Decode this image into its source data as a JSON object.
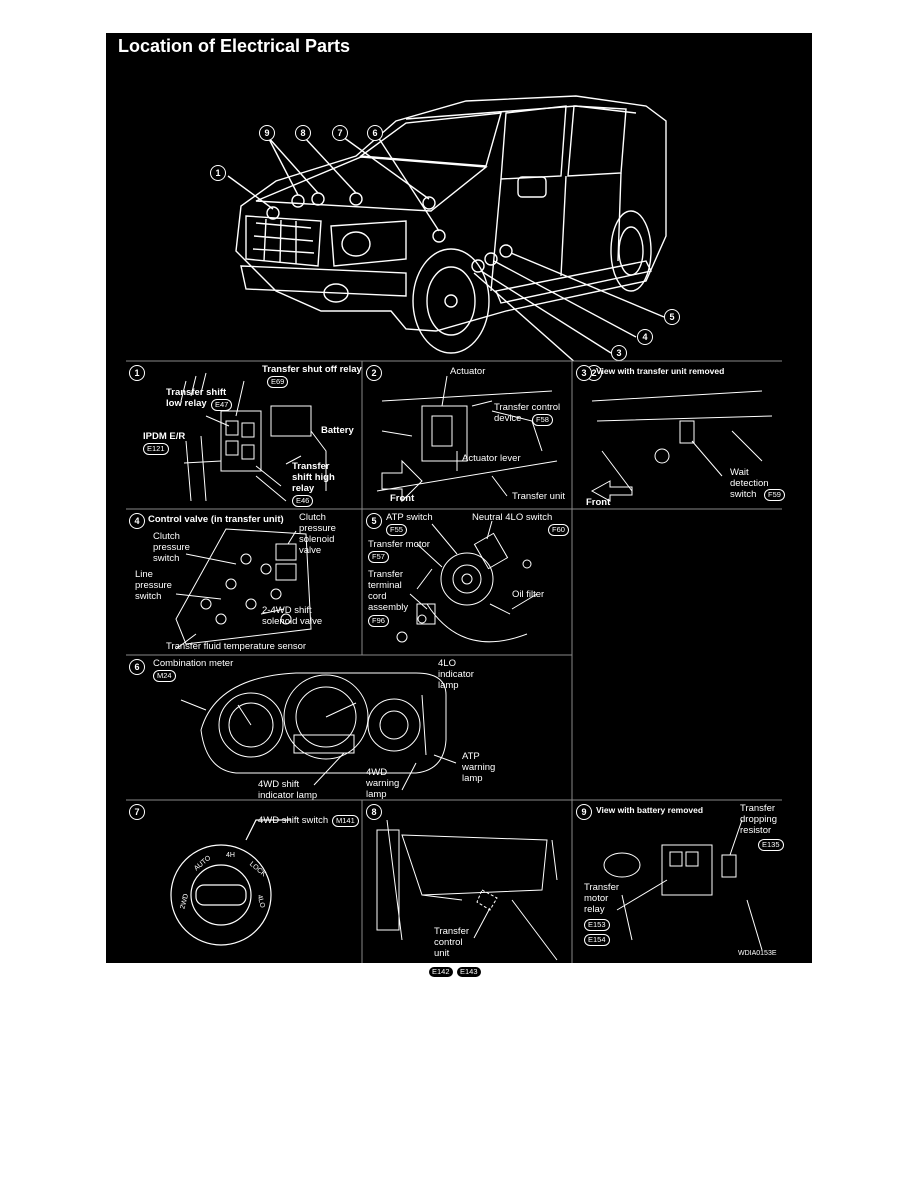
{
  "title": "Location of Electrical Parts",
  "overview": {
    "callouts": [
      "9",
      "8",
      "7",
      "6",
      "1",
      "5",
      "4",
      "3",
      "2"
    ]
  },
  "panel1": {
    "num": "1",
    "transfer_shut_off_relay": "Transfer shut off relay",
    "e69": "E69",
    "transfer_shift_low_relay": "Transfer shift\nlow relay",
    "e47": "E47",
    "ipdm": "IPDM E/R",
    "e121": "E121",
    "battery": "Battery",
    "transfer_shift_high_relay": "Transfer\nshift high\nrelay",
    "e46": "E46"
  },
  "panel2": {
    "num": "2",
    "actuator": "Actuator",
    "transfer_control_device": "Transfer control\ndevice",
    "f58": "F58",
    "actuator_lever": "Actuator lever",
    "front": "Front",
    "transfer_unit": "Transfer unit"
  },
  "panel3": {
    "num": "3",
    "heading": "View with transfer unit removed",
    "wait_detection_switch": "Wait\ndetection\nswitch",
    "f59": "F59",
    "front": "Front"
  },
  "panel4": {
    "num": "4",
    "heading": "Control valve (in transfer unit)",
    "clutch_pressure_solenoid_valve": "Clutch\npressure\nsolenoid\nvalve",
    "clutch_pressure_switch": "Clutch\npressure\nswitch",
    "line_pressure_switch": "Line\npressure\nswitch",
    "shift_solenoid": "2-4WD shift\nsolenoid valve",
    "fluid_temp_sensor": "Transfer fluid temperature sensor"
  },
  "panel5": {
    "num": "5",
    "atp_switch": "ATP switch",
    "f55": "F55",
    "neutral_4lo_switch": "Neutral 4LO switch",
    "f60": "F60",
    "transfer_motor": "Transfer motor",
    "f57": "F57",
    "transfer_terminal_cord": "Transfer\nterminal\ncord\nassembly",
    "f96": "F96",
    "oil_filter": "Oil filter"
  },
  "panel6": {
    "num": "6",
    "combination_meter": "Combination meter",
    "m24": "M24",
    "lamp_4lo": "4LO\nindicator\nlamp",
    "atp_warning": "ATP\nwarning\nlamp",
    "warning_4wd": "4WD\nwarning\nlamp",
    "shift_indicator": "4WD shift\nindicator lamp"
  },
  "panel7": {
    "num": "7",
    "shift_switch": "4WD shift switch",
    "m141": "M141",
    "dial_2wd": "2WD",
    "dial_auto": "AUTO",
    "dial_4h": "4H",
    "dial_lock": "LOCK",
    "dial_4lo": "4LO"
  },
  "panel8": {
    "num": "8",
    "transfer_control_unit": "Transfer\ncontrol\nunit",
    "e142": "E142",
    "e143": "E143"
  },
  "panel9": {
    "num": "9",
    "heading": "View with battery removed",
    "dropping_resistor": "Transfer\ndropping\nresistor",
    "e135": "E135",
    "motor_relay": "Transfer\nmotor\nrelay",
    "e153": "E153",
    "e154": "E154",
    "ref_code": "WDIA0153E"
  }
}
